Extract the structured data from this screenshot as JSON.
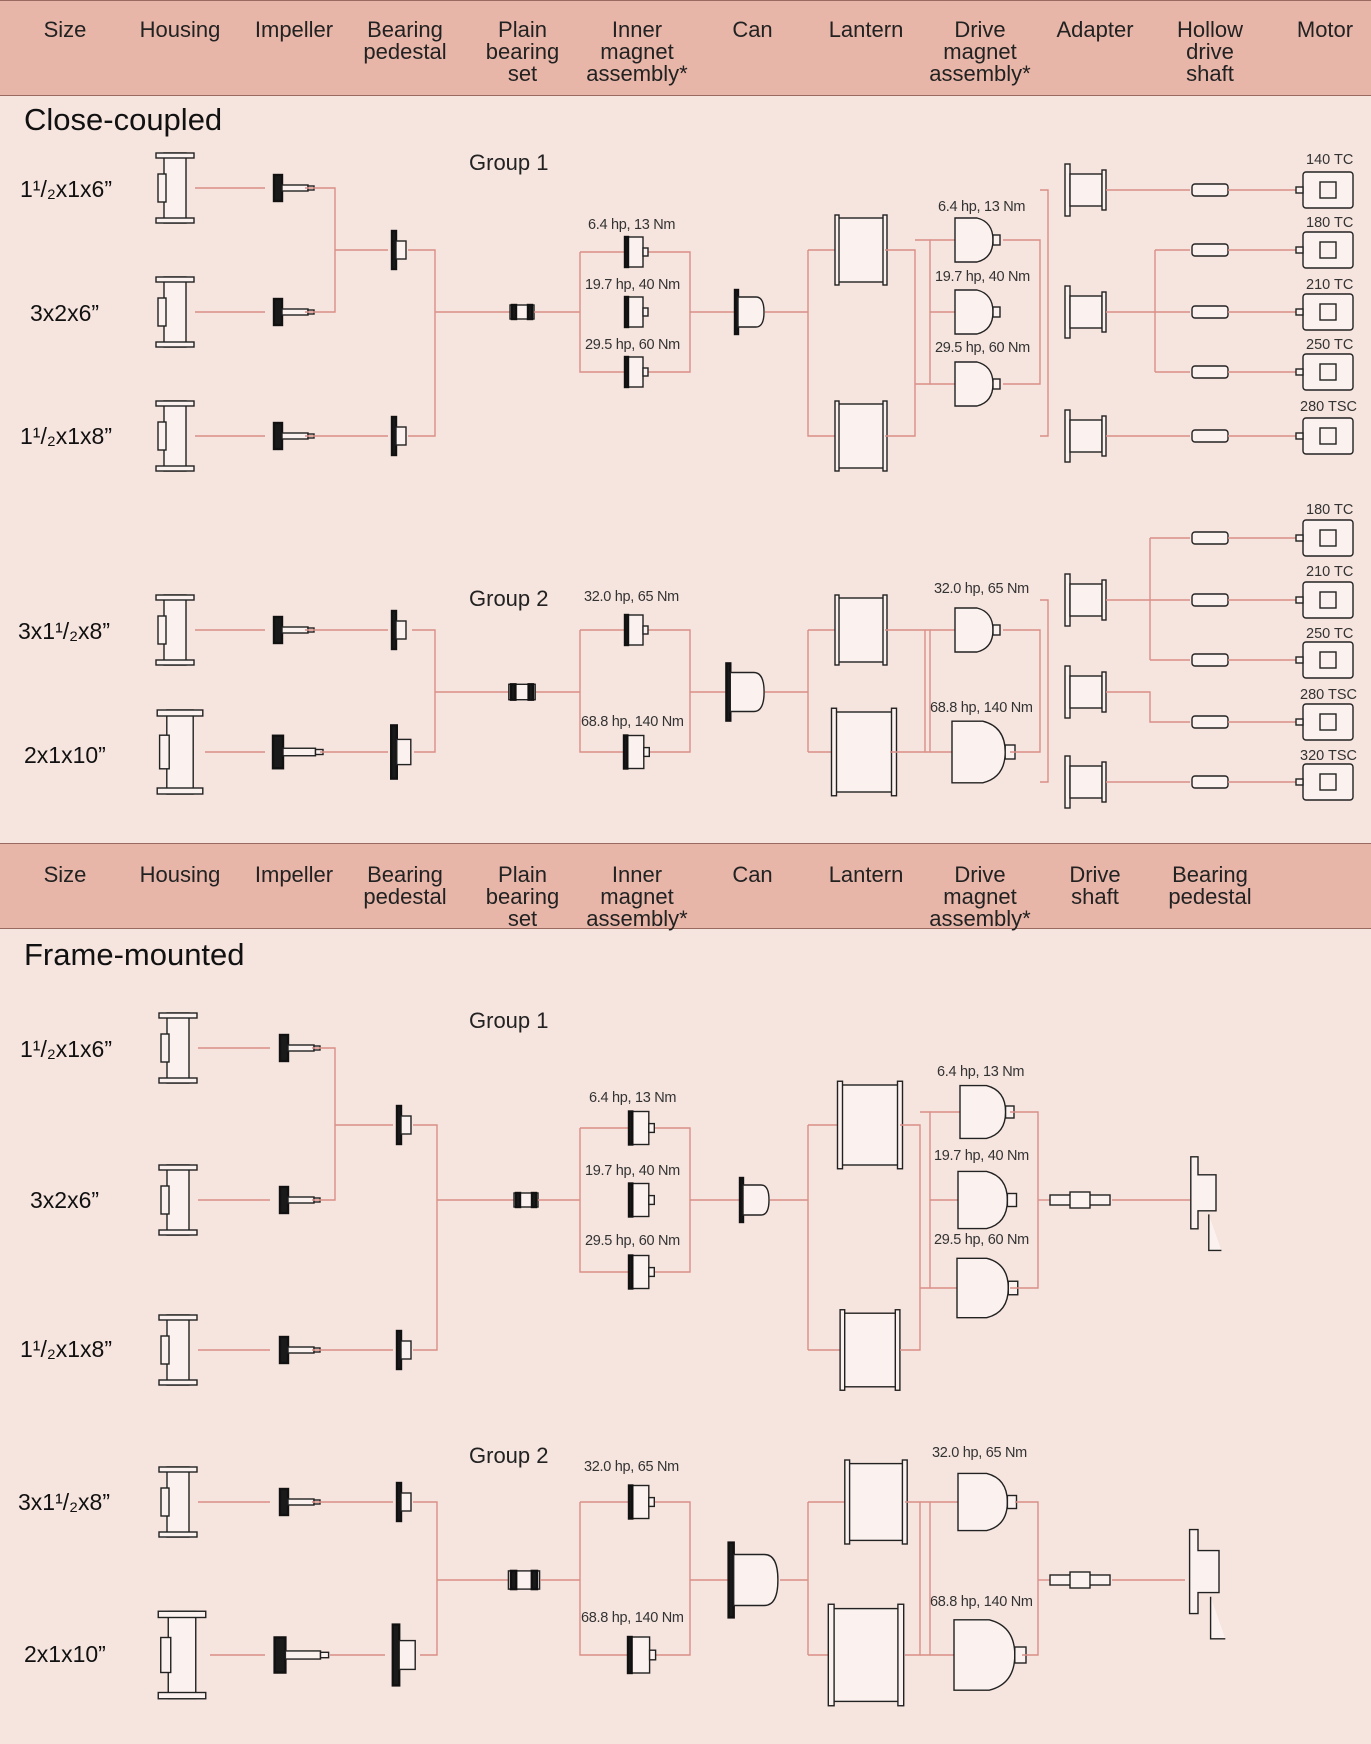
{
  "header1": {
    "cols": [
      "Size",
      "Housing",
      "Impeller",
      "Bearing pedestal",
      "Plain bearing set",
      "Inner magnet assembly*",
      "Can",
      "Lantern",
      "Drive magnet assembly*",
      "Adapter",
      "Hollow drive shaft",
      "Motor"
    ]
  },
  "header2": {
    "cols": [
      "Size",
      "Housing",
      "Impeller",
      "Bearing pedestal",
      "Plain bearing set",
      "Inner magnet assembly*",
      "Can",
      "Lantern",
      "Drive magnet assembly*",
      "Drive shaft",
      "Bearing pedestal"
    ]
  },
  "close_coupled": {
    "title": "Close-coupled",
    "group1": {
      "label": "Group 1",
      "sizes": [
        "1¹/₂x1x6”",
        "3x2x6”",
        "1¹/₂x1x8”"
      ],
      "inner_magnet": [
        "6.4 hp, 13 Nm",
        "19.7 hp, 40 Nm",
        "29.5 hp, 60 Nm"
      ],
      "drive_magnet": [
        "6.4 hp, 13 Nm",
        "19.7 hp, 40 Nm",
        "29.5 hp, 60 Nm"
      ],
      "motors": [
        "140 TC",
        "180 TC",
        "210 TC",
        "250 TC",
        "280 TSC"
      ]
    },
    "group2": {
      "label": "Group 2",
      "sizes": [
        "3x1¹/₂x8”",
        "2x1x10”"
      ],
      "inner_magnet": [
        "32.0 hp, 65 Nm",
        "68.8 hp, 140 Nm"
      ],
      "drive_magnet": [
        "32.0 hp, 65 Nm",
        "68.8 hp, 140 Nm"
      ],
      "motors": [
        "180 TC",
        "210 TC",
        "250 TC",
        "280 TSC",
        "320 TSC"
      ]
    }
  },
  "frame_mounted": {
    "title": "Frame-mounted",
    "group1": {
      "label": "Group 1",
      "sizes": [
        "1¹/₂x1x6”",
        "3x2x6”",
        "1¹/₂x1x8”"
      ],
      "inner_magnet": [
        "6.4 hp, 13 Nm",
        "19.7 hp, 40 Nm",
        "29.5 hp, 60 Nm"
      ],
      "drive_magnet": [
        "6.4 hp, 13 Nm",
        "19.7 hp, 40 Nm",
        "29.5 hp, 60 Nm"
      ]
    },
    "group2": {
      "label": "Group 2",
      "sizes": [
        "3x1¹/₂x8”",
        "2x1x10”"
      ],
      "inner_magnet": [
        "32.0 hp, 65 Nm",
        "68.8 hp, 140 Nm"
      ],
      "drive_magnet": [
        "32.0 hp, 65 Nm",
        "68.8 hp, 140 Nm"
      ]
    }
  }
}
